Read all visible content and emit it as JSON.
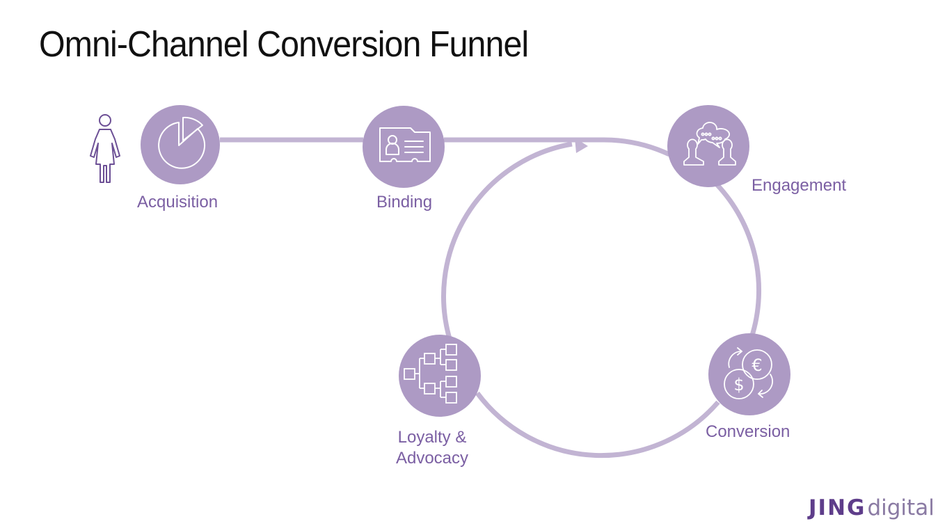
{
  "title": "Omni-Channel Conversion Funnel",
  "colors": {
    "node_fill": "#ad9ac4",
    "connector": "#c2b4d3",
    "label_text": "#7b5fa3",
    "icon_stroke": "#ffffff",
    "person_stroke": "#6c4f95"
  },
  "entry": {
    "icon": "person-icon"
  },
  "stages": [
    {
      "id": "acquisition",
      "label": "Acquisition",
      "icon": "pie-chart-icon"
    },
    {
      "id": "binding",
      "label": "Binding",
      "icon": "id-card-icon"
    },
    {
      "id": "engagement",
      "label": "Engagement",
      "icon": "conversation-icon"
    },
    {
      "id": "conversion",
      "label": "Conversion",
      "icon": "currency-exchange-icon"
    },
    {
      "id": "loyalty",
      "label_line1": "Loyalty &",
      "label_line2": "Advocacy",
      "icon": "hierarchy-icon"
    }
  ],
  "logo": {
    "primary": "JING",
    "secondary": "digital"
  }
}
